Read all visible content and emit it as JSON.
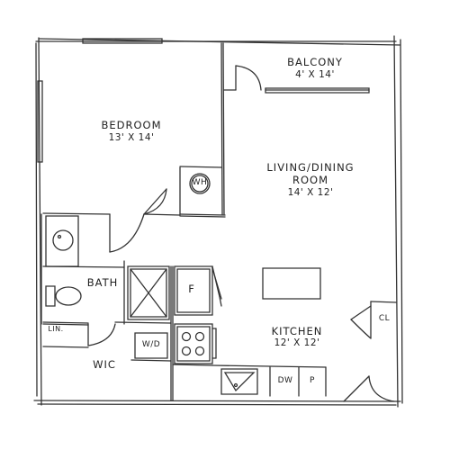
{
  "rooms": {
    "balcony": {
      "name": "BALCONY",
      "dims": "4' X 14'"
    },
    "bedroom": {
      "name": "BEDROOM",
      "dims": "13' X 14'"
    },
    "living": {
      "name_line1": "LIVING/DINING",
      "name_line2": "ROOM",
      "dims": "14' X 12'"
    },
    "bath": {
      "name": "BATH"
    },
    "kitchen": {
      "name": "KITCHEN",
      "dims": "12' X 12'"
    },
    "wic": {
      "name": "WIC"
    },
    "linen": {
      "name": "LIN."
    },
    "closet": {
      "name": "CL"
    }
  },
  "fixtures": {
    "water_heater": "WH",
    "fridge": "F",
    "washer_dryer": "W/D",
    "dishwasher": "DW",
    "pantry": "P"
  },
  "colors": {
    "line": "#333333",
    "background": "#ffffff"
  }
}
